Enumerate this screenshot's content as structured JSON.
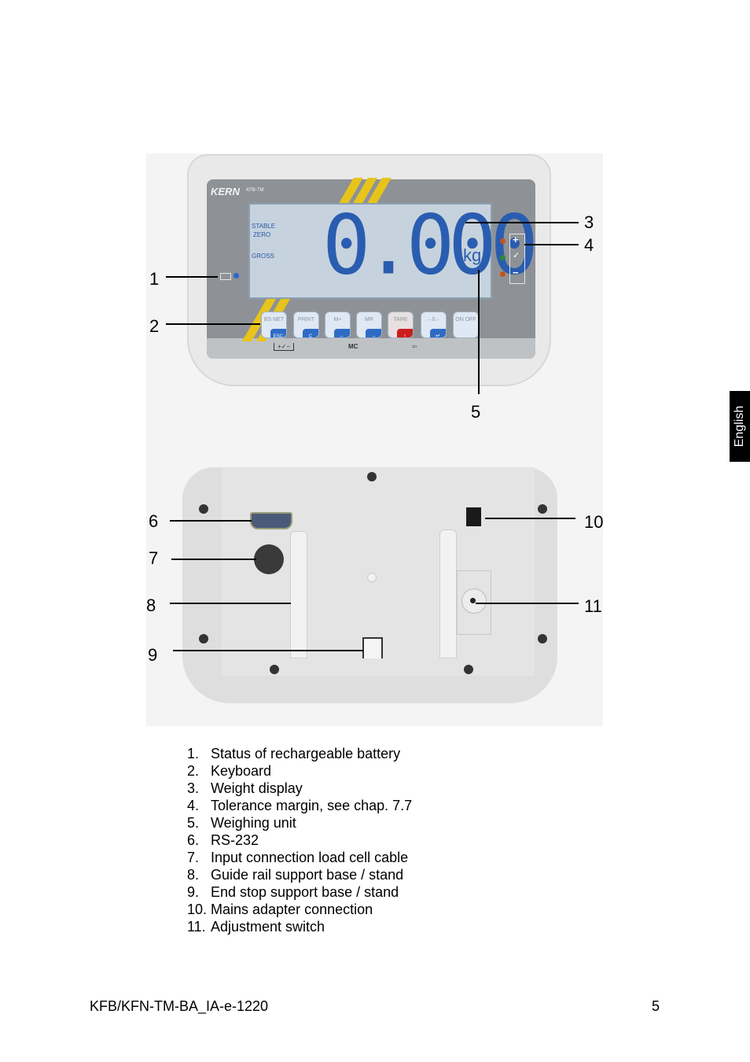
{
  "figure": {
    "front_display": {
      "brand": "KERN",
      "model": "KFB-TM",
      "status_labels": [
        "STABLE",
        "ZERO",
        "GROSS"
      ],
      "reading": "0.000",
      "unit": "kg",
      "keys": [
        {
          "top": "BS NET",
          "sub": "ESC"
        },
        {
          "top": "PRINT",
          "sub": "C"
        },
        {
          "top": "M+",
          "sub": "←"
        },
        {
          "top": "MR",
          "sub": "→"
        },
        {
          "top": "TARE",
          "sub": "↑"
        },
        {
          "top": "→0←",
          "sub": "↵"
        },
        {
          "top": "ON OFF",
          "sub": ""
        }
      ],
      "key_group_labels": [
        "+✓−",
        "MC",
        "⇦"
      ],
      "tolerance_symbols": [
        "+",
        "✓",
        "−"
      ]
    },
    "callouts": [
      "1",
      "2",
      "3",
      "4",
      "5",
      "6",
      "7",
      "8",
      "9",
      "10",
      "11"
    ]
  },
  "legend": [
    {
      "n": "1.",
      "text": "Status of rechargeable battery"
    },
    {
      "n": "2.",
      "text": "Keyboard"
    },
    {
      "n": "3.",
      "text": "Weight display"
    },
    {
      "n": "4.",
      "text": "Tolerance margin, see chap. 7.7"
    },
    {
      "n": "5.",
      "text": "Weighing unit"
    },
    {
      "n": "6.",
      "text": "RS-232"
    },
    {
      "n": "7.",
      "text": "Input connection load cell cable"
    },
    {
      "n": "8.",
      "text": "Guide rail support base / stand"
    },
    {
      "n": "9.",
      "text": "End stop support base / stand"
    },
    {
      "n": "10.",
      "text": "Mains adapter connection"
    },
    {
      "n": "11.",
      "text": "Adjustment switch"
    }
  ],
  "side_tab": "English",
  "footer": {
    "doc_id": "KFB/KFN-TM-BA_IA-e-1220",
    "page": "5"
  },
  "colors": {
    "lcd_digits": "#2a5db0",
    "accent_yellow": "#e8c41a",
    "key_blue": "#2e6bc5",
    "tare_red": "#cc1d1d"
  }
}
